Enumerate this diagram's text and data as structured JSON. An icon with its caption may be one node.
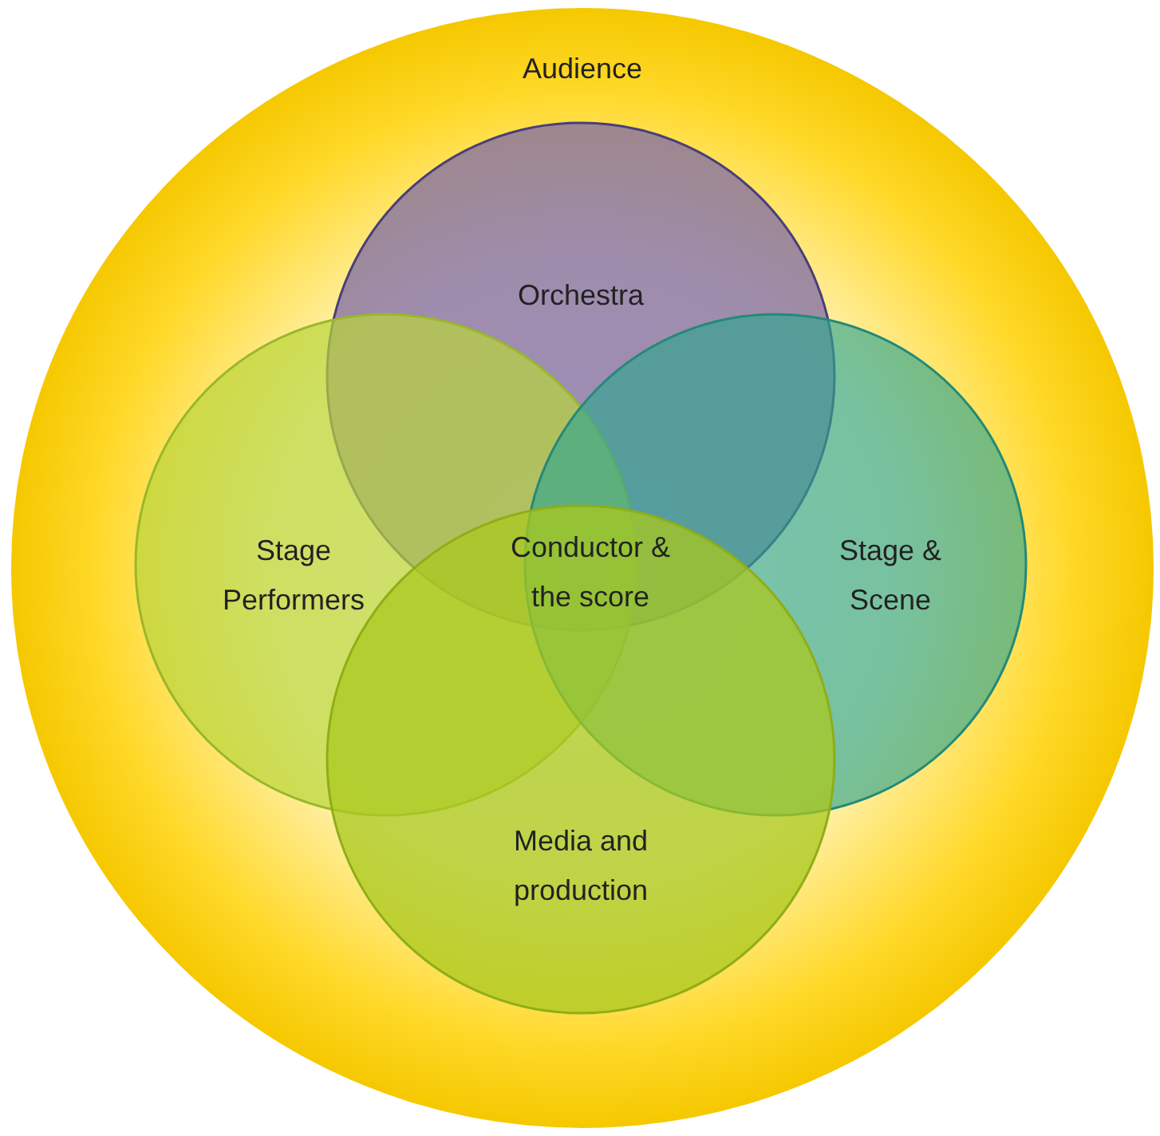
{
  "diagram": {
    "nodes": [
      {
        "text": [
          "Audience"
        ]
      },
      {
        "text": [
          "Orchestra"
        ],
        "in": 0
      },
      {
        "text": [
          "Stage Performers"
        ],
        "in": 0
      },
      {
        "text": [
          "Stage & Scene"
        ],
        "in": 0
      },
      {
        "text": [
          "Media and production"
        ],
        "in": 0
      }
    ],
    "labels": [
      "Conductor & the score"
    ]
  }
}
